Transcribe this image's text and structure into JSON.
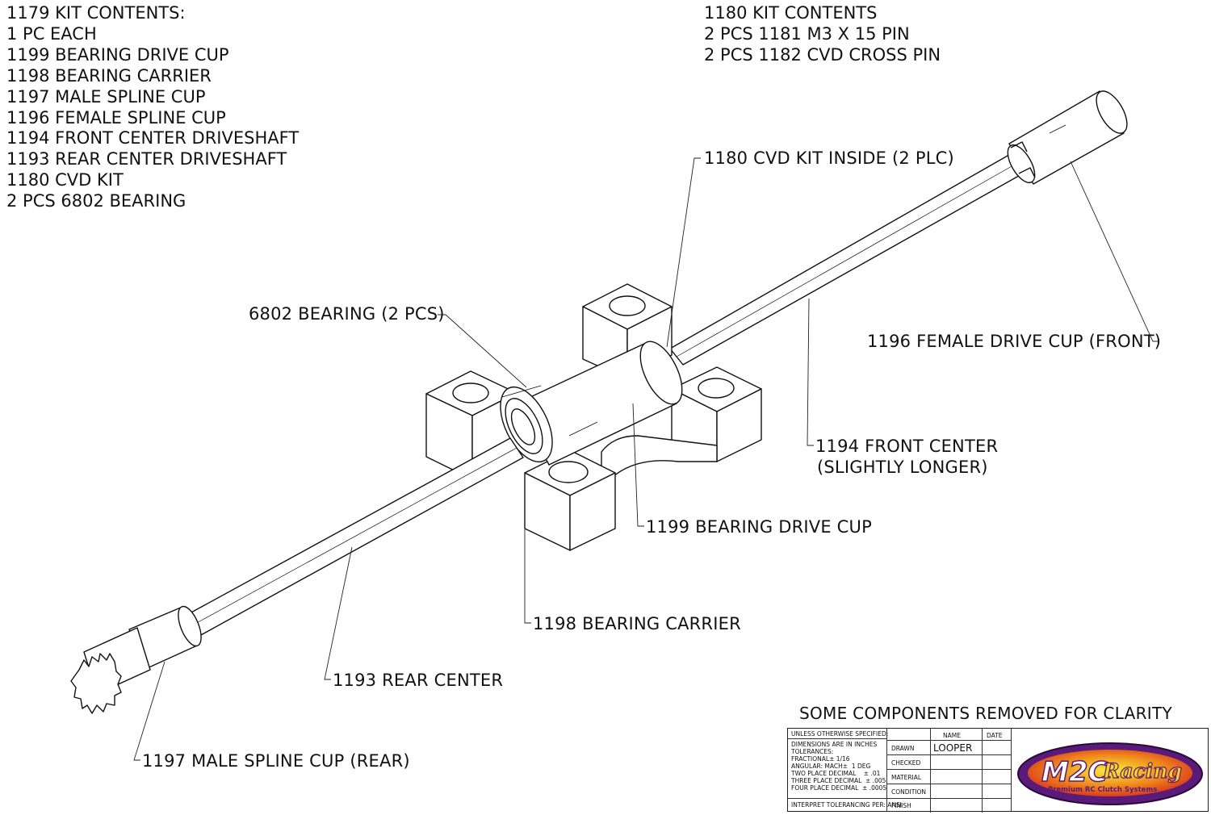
{
  "kit_1179": {
    "lines": [
      "1179 KIT CONTENTS:",
      "1 PC EACH",
      "1199 BEARING DRIVE CUP",
      "1198 BEARING CARRIER",
      "1197 MALE SPLINE CUP",
      "1196 FEMALE SPLINE CUP",
      "1194 FRONT CENTER DRIVESHAFT",
      "1193 REAR CENTER DRIVESHAFT",
      "1180 CVD KIT",
      "2 PCS 6802 BEARING"
    ]
  },
  "kit_1180": {
    "lines": [
      "1180 KIT CONTENTS",
      "2 PCS 1181 M3 X 15 PIN",
      "2 PCS 1182 CVD CROSS PIN"
    ]
  },
  "callouts": {
    "cvd_inside": "1180 CVD KIT INSIDE (2 PLC)",
    "bearing_6802": "6802 BEARING (2 PCS)",
    "female_cup": "1196 FEMALE DRIVE CUP (FRONT)",
    "front_center_1": "1194 FRONT CENTER",
    "front_center_2": "(SLIGHTLY LONGER)",
    "drive_cup": "1199 BEARING DRIVE CUP",
    "carrier": "1198 BEARING CARRIER",
    "rear_center": "1193 REAR CENTER",
    "male_cup": "1197 MALE SPLINE CUP (REAR)"
  },
  "note": "SOME COMPONENTS REMOVED FOR CLARITY",
  "title_block": {
    "unless": "UNLESS OTHERWISE SPECIFIED:",
    "dims": "DIMENSIONS ARE IN INCHES",
    "tolerances": "TOLERANCES:",
    "fractional": "FRACTIONAL± 1/16",
    "angular": "ANGULAR: MACH±  1 DEG",
    "two_place": "TWO PLACE DECIMAL    ± .01",
    "three_place": "THREE PLACE DECIMAL  ± .005",
    "four_place": "FOUR PLACE DECIMAL  ± .0005",
    "interpret": "INTERPRET TOLERANCING PER: ANSI",
    "name_hdr": "NAME",
    "date_hdr": "DATE",
    "drawn": "DRAWN",
    "drawn_name": "LOOPER",
    "checked": "CHECKED",
    "material": "MATERIAL",
    "condition": "CONDITION",
    "finish": "FINISH"
  },
  "logo": {
    "brand": "M2C",
    "script": "Racing",
    "tagline": "Premium RC Clutch Systems",
    "colors": {
      "purple": "#5a1a7a",
      "orange": "#f08a1c",
      "yellow": "#f7d21e",
      "red": "#d42a1c"
    }
  }
}
